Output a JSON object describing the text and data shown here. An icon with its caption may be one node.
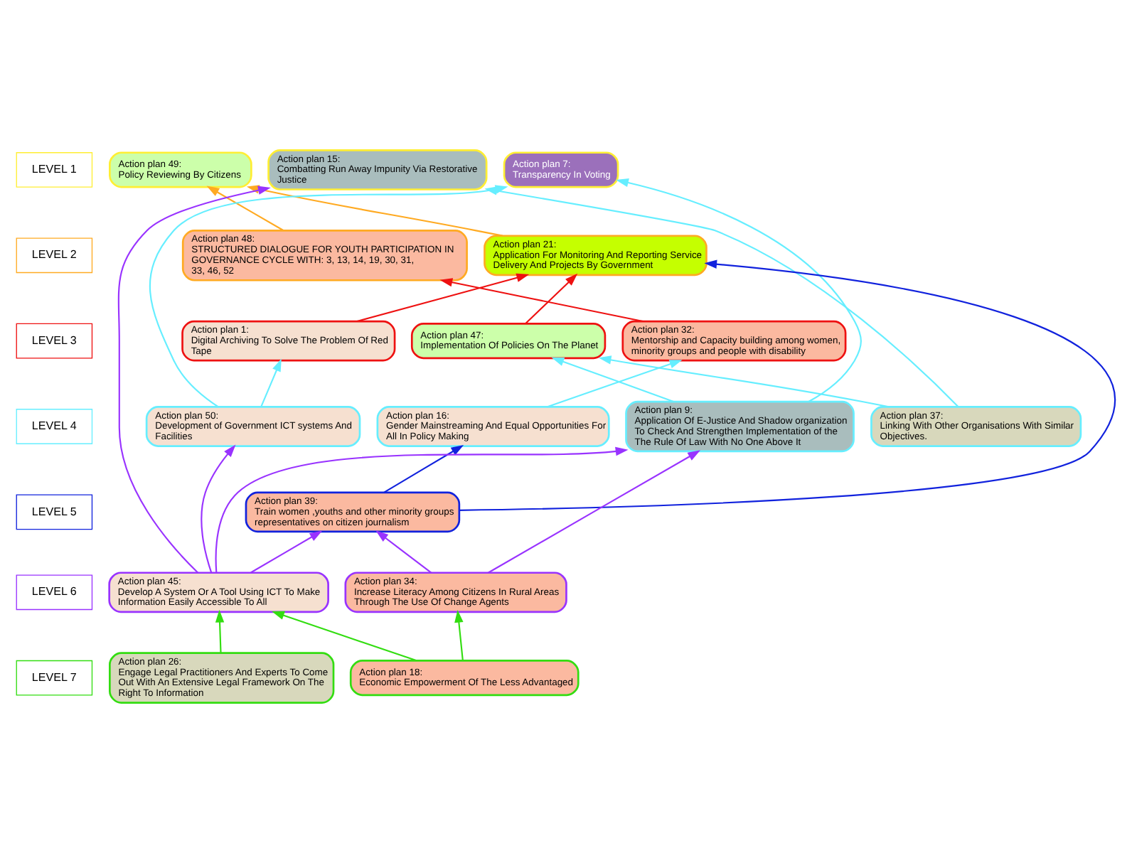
{
  "diagram": {
    "nodes": [
      {
        "text": [
          "LEVEL 1"
        ]
      },
      {
        "text": [
          "Action plan 49:",
          "Policy Reviewing By Citizens"
        ]
      },
      {
        "text": [
          "Action plan 15:",
          "Combatting Run Away Impunity Via Restorative Justice"
        ]
      },
      {
        "text": [
          "Action plan 7:",
          "Transparency In Voting"
        ]
      },
      {
        "text": [
          "LEVEL 2"
        ]
      },
      {
        "text": [
          "Action plan 48:",
          "STRUCTURED DIALOGUE FOR YOUTH PARTICIPATION IN GOVERNANCE CYCLE WITH: 3, 13, 14, 19, 30, 31, 33, 46, 52"
        ]
      },
      {
        "text": [
          "Action plan 21:",
          "Application For Monitoring And Reporting Service Delivery And Projects By Government"
        ]
      },
      {
        "text": [
          "LEVEL 3"
        ]
      },
      {
        "text": [
          "Action plan 1:",
          "Digital Archiving To Solve The Problem Of Red Tape"
        ]
      },
      {
        "text": [
          "Action plan 47:",
          "Implementation Of Policies On The Planet"
        ]
      },
      {
        "text": [
          "Action plan 32:",
          "Mentorship and Capacity building among women, minority groups and people with disability"
        ]
      },
      {
        "text": [
          "LEVEL 4"
        ]
      },
      {
        "text": [
          "Action plan 16:",
          "Gender Mainstreaming And Equal Opportunities For All In Policy Making"
        ]
      },
      {
        "text": [
          "Action plan 9:",
          "Application Of E-Justice And Shadow organization To Check And Strengthen Implementation of the The Rule Of Law With No One Above It"
        ]
      },
      {
        "text": [
          "Action plan 37:",
          "Linking With Other Organisations With Similar Objectives."
        ]
      },
      {
        "text": [
          "Action plan 50:",
          "Development of Government ICT systems And Facilities"
        ]
      },
      {
        "text": [
          "LEVEL 5"
        ]
      },
      {
        "text": [
          "Action plan 39:",
          "Train women ,youths and other minority groups representatives on citizen journalism"
        ]
      },
      {
        "text": [
          "LEVEL 6"
        ]
      },
      {
        "text": [
          "Action plan 45:",
          "Develop A System Or A Tool Using ICT To Make Information Easily Accessible To All"
        ]
      },
      {
        "text": [
          "Action plan 34:",
          "Increase Literacy Among Citizens In Rural Areas Through The Use Of Change Agents"
        ]
      },
      {
        "text": [
          "LEVEL 7"
        ]
      },
      {
        "text": [
          "Action plan 26:",
          "Engage Legal Practitioners And Experts To Come Out With An Extensive Legal Framework On The Right To Information"
        ]
      },
      {
        "text": [
          "Action plan 18:",
          "Economic Empowerment Of The Less Advantaged"
        ]
      }
    ],
    "edges": [
      {
        "from": 5,
        "to": 1,
        "arrow": "to",
        "color": "#ffaa22"
      },
      {
        "from": 6,
        "to": 1,
        "arrow": "to",
        "color": "#ffaa22"
      },
      {
        "from": 19,
        "to": 2,
        "arrow": "to",
        "color": "#9933ff"
      },
      {
        "from": 17,
        "to": 6,
        "arrow": "to",
        "color": "#1122dd"
      },
      {
        "from": 8,
        "to": 6,
        "arrow": "to",
        "color": "#ee1111"
      },
      {
        "from": 9,
        "to": 6,
        "arrow": "to",
        "color": "#ee1111"
      },
      {
        "from": 10,
        "to": 5,
        "arrow": "to",
        "color": "#ee1111"
      },
      {
        "from": 14,
        "to": 2,
        "arrow": "to",
        "color": "#66eeff"
      },
      {
        "from": 13,
        "to": 3,
        "arrow": "to",
        "color": "#66eeff"
      },
      {
        "from": 15,
        "to": 3,
        "arrow": "to",
        "color": "#66eeff"
      },
      {
        "from": 12,
        "to": 10,
        "arrow": "to",
        "color": "#66eeff"
      },
      {
        "from": 15,
        "to": 8,
        "arrow": "to",
        "color": "#66eeff"
      },
      {
        "from": 14,
        "to": 9,
        "arrow": "to",
        "color": "#66eeff"
      },
      {
        "from": 13,
        "to": 9,
        "arrow": "to",
        "color": "#66eeff"
      },
      {
        "from": 17,
        "to": 12,
        "arrow": "to",
        "color": "#1122dd"
      },
      {
        "from": 19,
        "to": 13,
        "arrow": "to",
        "color": "#9933ff"
      },
      {
        "from": 20,
        "to": 13,
        "arrow": "to",
        "color": "#9933ff"
      },
      {
        "from": 19,
        "to": 15,
        "arrow": "to",
        "color": "#9933ff"
      },
      {
        "from": 19,
        "to": 17,
        "arrow": "to",
        "color": "#9933ff"
      },
      {
        "from": 20,
        "to": 17,
        "arrow": "to",
        "color": "#9933ff"
      },
      {
        "from": 22,
        "to": 19,
        "arrow": "to",
        "color": "#33dd11"
      },
      {
        "from": 23,
        "to": 19,
        "arrow": "to",
        "color": "#33dd11"
      },
      {
        "from": 23,
        "to": 20,
        "arrow": "to",
        "color": "#33dd11"
      }
    ]
  }
}
